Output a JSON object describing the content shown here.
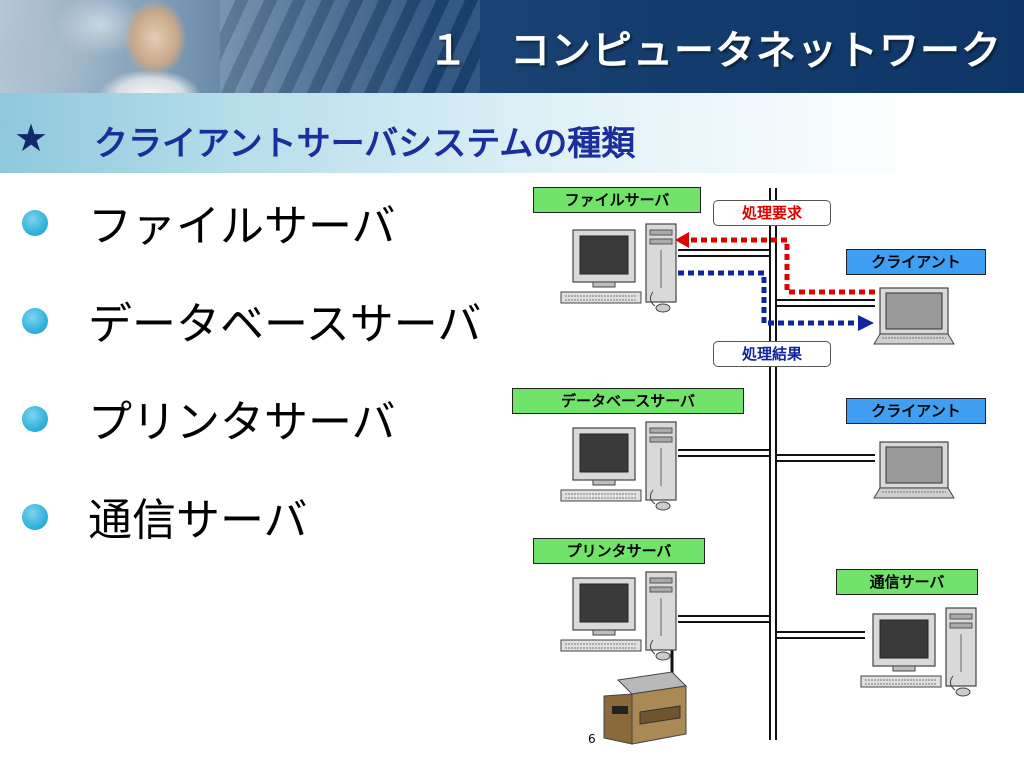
{
  "header": {
    "title": "１　コンピュータネットワーク"
  },
  "subtitle": {
    "star": "★",
    "text": "クライアントサーバシステムの種類"
  },
  "bullets": [
    {
      "label": "ファイルサーバ"
    },
    {
      "label": "データベースサーバ"
    },
    {
      "label": "プリンタサーバ"
    },
    {
      "label": "通信サーバ"
    }
  ],
  "diagram": {
    "file_server_label": "ファイルサーバ",
    "request_label": "処理要求",
    "result_label": "処理結果",
    "client1_label": "クライアント",
    "db_server_label": "データベースサーバ",
    "client2_label": "クライアント",
    "printer_server_label": "プリンタサーバ",
    "comm_server_label": "通信サーバ"
  },
  "page_number": "6",
  "colors": {
    "subtitle_text": "#1b2f9c",
    "bullet": "#31b3dd",
    "server_label_bg": "#72e36a",
    "client_label_bg": "#3f9ff2",
    "request_arrow": "#e00000",
    "result_arrow": "#1024a0"
  }
}
